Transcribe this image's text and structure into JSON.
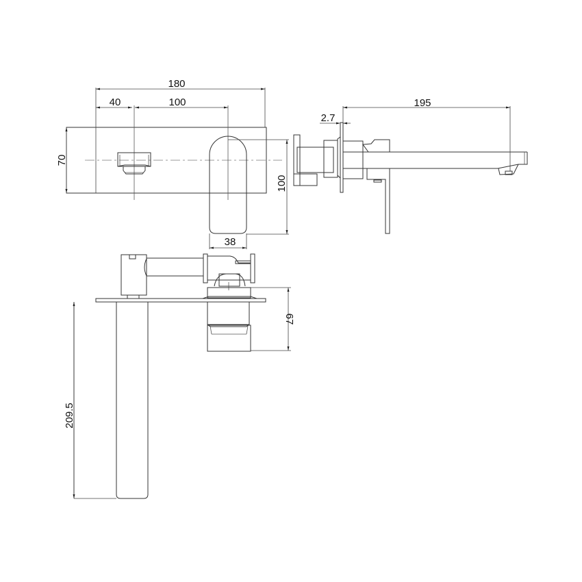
{
  "drawing": {
    "title": "Wall mounted basin mixer with spout - technical dimension drawing",
    "views": [
      "front view",
      "side view",
      "top view"
    ],
    "line_color": "#333333",
    "background": "#ffffff"
  },
  "dimensions": {
    "overall_plate_width": "180",
    "spout_offset": "40",
    "spout_to_lever_spacing": "100",
    "plate_height": "70",
    "lever_height": "100",
    "lever_width": "38",
    "plate_thickness": "2.7",
    "spout_projection": "195",
    "body_depth": "67",
    "spout_length": "209.5"
  }
}
